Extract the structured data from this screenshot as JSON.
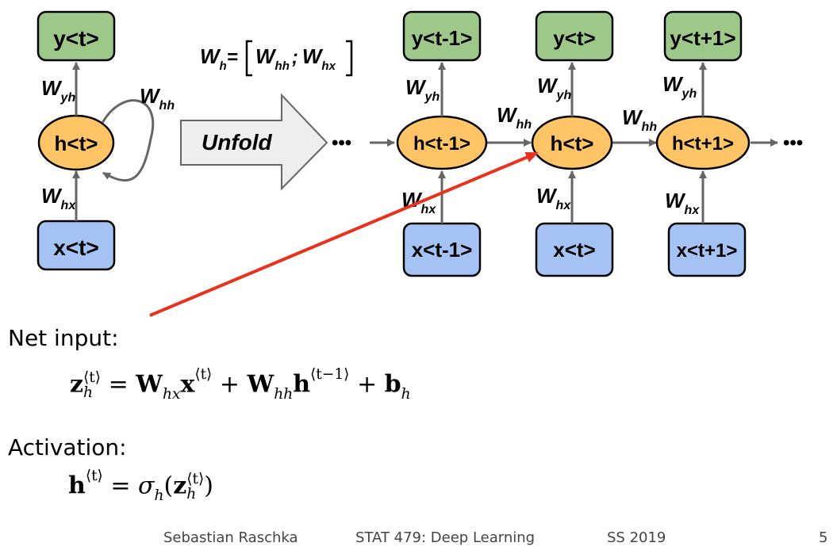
{
  "left_diagram": {
    "output_label": "y<t>",
    "hidden_label": "h<t>",
    "input_label": "x<t>",
    "w_yh_main": "W",
    "w_yh_sub": "yh",
    "w_hh_main": "W",
    "w_hh_sub": "hh",
    "w_hx_main": "W",
    "w_hx_sub": "hx"
  },
  "unfold_label": "Unfold",
  "weight_formula": {
    "lhs_main": "W",
    "lhs_sub": "h",
    "eq": "=",
    "a_main": "W",
    "a_sub": "hh",
    "sep": ";",
    "b_main": "W",
    "b_sub": "hx"
  },
  "ellipsis": "•••",
  "unfolded": [
    {
      "output": "y<t-1>",
      "hidden": "h<t-1>",
      "input": "x<t-1>"
    },
    {
      "output": "y<t>",
      "hidden": "h<t>",
      "input": "x<t>"
    },
    {
      "output": "y<t+1>",
      "hidden": "h<t+1>",
      "input": "x<t+1>"
    }
  ],
  "unfolded_w": {
    "yh_main": "W",
    "yh_sub": "yh",
    "hh_main": "W",
    "hh_sub": "hh",
    "hx_main": "W",
    "hx_sub": "hx"
  },
  "net_input": {
    "label": "Net input:",
    "z": "z",
    "z_sup": "⟨t⟩",
    "z_sub": "h",
    "eq": "=",
    "W1": "W",
    "W1_sub": "hx",
    "x": "x",
    "x_sup": "⟨t⟩",
    "plus1": "+",
    "W2": "W",
    "W2_sub": "hh",
    "h": "h",
    "h_sup": "⟨t−1⟩",
    "plus2": "+",
    "b": "b",
    "b_sub": "h"
  },
  "activation": {
    "label": "Activation:",
    "h": "h",
    "h_sup": "⟨t⟩",
    "eq": "=",
    "sigma": "σ",
    "sigma_sub": "h",
    "lparen": "(",
    "z": "z",
    "z_sup": "⟨t⟩",
    "z_sub": "h",
    "rparen": ")"
  },
  "footer": {
    "author": "Sebastian Raschka",
    "course": "STAT 479: Deep Learning",
    "term": "SS 2019",
    "page": "5"
  },
  "colors": {
    "output_fill": "#9dc88a",
    "hidden_fill": "#ffc466",
    "input_fill": "#a4c2f4",
    "arrow_gray": "#666666",
    "highlight_arrow": "#e8321e",
    "unfold_fill": "#eeeeee"
  }
}
